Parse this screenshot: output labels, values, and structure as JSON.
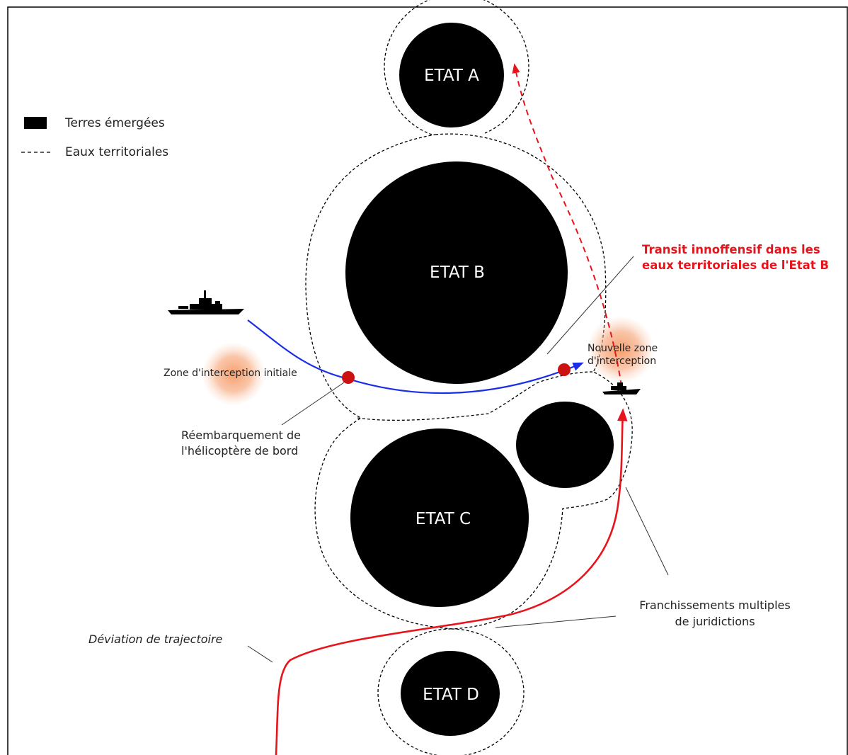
{
  "legend": {
    "land_label": "Terres émergées",
    "waters_label": "Eaux territoriales"
  },
  "states": {
    "a": "ETAT A",
    "b": "ETAT B",
    "c": "ETAT C",
    "d": "ETAT D"
  },
  "annotations": {
    "innocent_passage_line1": "Transit innoffensif dans les",
    "innocent_passage_line2": "eaux territoriales de l'Etat B",
    "new_zone_line1": "Nouvelle zone",
    "new_zone_line2": "d'interception",
    "initial_zone": "Zone d'interception initiale",
    "reembark_line1": "Réembarquement de",
    "reembark_line2": "l'hélicoptère de bord",
    "crossings_line1": "Franchissements multiples",
    "crossings_line2": "de juridictions",
    "deviation": "Déviation de trajectoire"
  },
  "colors": {
    "land": "#000000",
    "red_route": "#e8141b",
    "blue_route": "#1a2ee8",
    "intercept_zone": "#f5a070",
    "marker": "#cc1111"
  }
}
